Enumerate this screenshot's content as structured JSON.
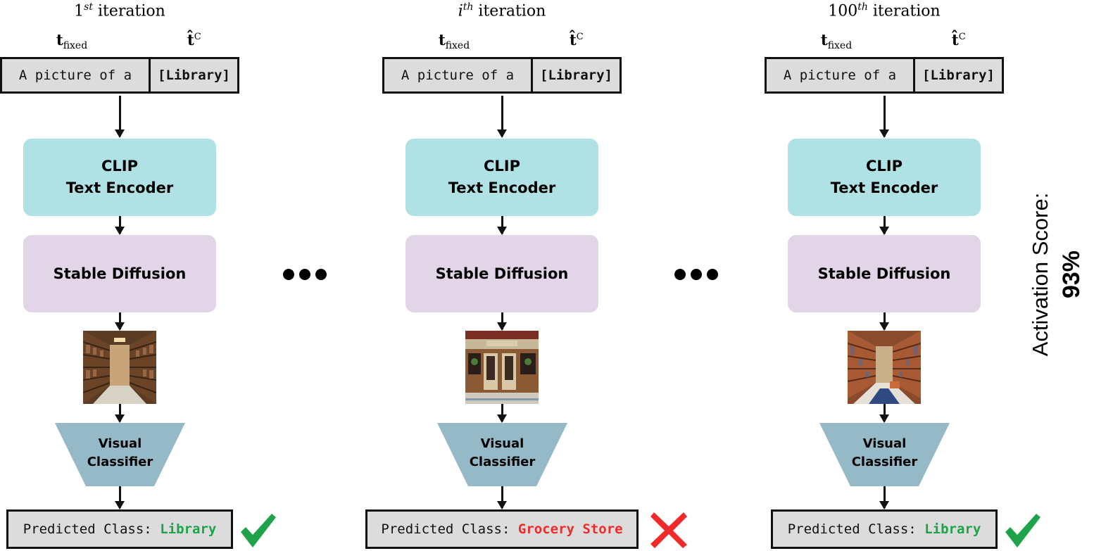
{
  "columns": [
    {
      "iter_base": "1",
      "iter_sup": "st",
      "iter_suffix": " iteration",
      "tfixed_main": "t",
      "tfixed_sub": "fixed",
      "tc_main": "t̂",
      "tc_sup": "C",
      "prompt_fixed": "A picture of a",
      "prompt_class": "[Library]",
      "clip_line1": "CLIP",
      "clip_line2": "Text Encoder",
      "sd_label": "Stable Diffusion",
      "image_icon": "library-image",
      "classifier_line1": "Visual",
      "classifier_line2": "Classifier",
      "pred_prefix": "Predicted Class: ",
      "pred_value": "Library",
      "pred_status": "correct",
      "status_icon": "check-icon"
    },
    {
      "iter_base": "i",
      "iter_sup": "th",
      "iter_suffix": " iteration",
      "tfixed_main": "t",
      "tfixed_sub": "fixed",
      "tc_main": "t̂",
      "tc_sup": "C",
      "prompt_fixed": "A picture of a",
      "prompt_class": "[Library]",
      "clip_line1": "CLIP",
      "clip_line2": "Text Encoder",
      "sd_label": "Stable Diffusion",
      "image_icon": "storefront-image",
      "classifier_line1": "Visual",
      "classifier_line2": "Classifier",
      "pred_prefix": "Predicted Class: ",
      "pred_value": "Grocery Store",
      "pred_status": "wrong",
      "status_icon": "cross-icon"
    },
    {
      "iter_base": "100",
      "iter_sup": "th",
      "iter_suffix": " iteration",
      "tfixed_main": "t",
      "tfixed_sub": "fixed",
      "tc_main": "t̂",
      "tc_sup": "C",
      "prompt_fixed": "A picture of a",
      "prompt_class": "[Library]",
      "clip_line1": "CLIP",
      "clip_line2": "Text Encoder",
      "sd_label": "Stable Diffusion",
      "image_icon": "library-image",
      "classifier_line1": "Visual",
      "classifier_line2": "Classifier",
      "pred_prefix": "Predicted Class: ",
      "pred_value": "Library",
      "pred_status": "correct",
      "status_icon": "check-icon"
    }
  ],
  "ellipsis_icon": "ellipsis-icon",
  "score": {
    "label": "Activation Score:",
    "value": "93%"
  },
  "colors": {
    "clip_fill": "#b0e2e5",
    "sd_fill": "#e2d5e8",
    "classifier_fill": "#95b9c6",
    "box_fill": "#dcdcdc",
    "correct": "#1ea34a",
    "wrong": "#f02a2a"
  }
}
